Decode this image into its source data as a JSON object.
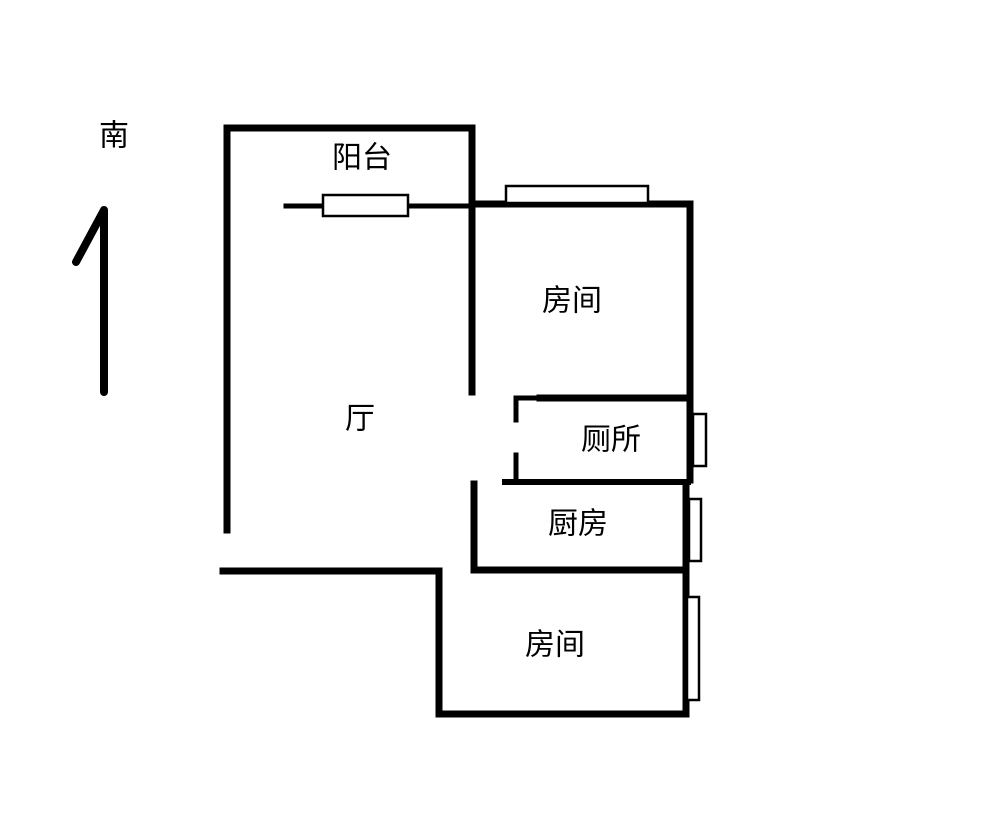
{
  "compass": {
    "label": "南",
    "icon": "south-arrow-icon"
  },
  "rooms": {
    "balcony": "阳台",
    "living_room": "厅",
    "bedroom_north": "房间",
    "toilet": "厕所",
    "kitchen": "厨房",
    "bedroom_south": "房间"
  },
  "colors": {
    "wall": "#000000",
    "background": "#ffffff"
  }
}
